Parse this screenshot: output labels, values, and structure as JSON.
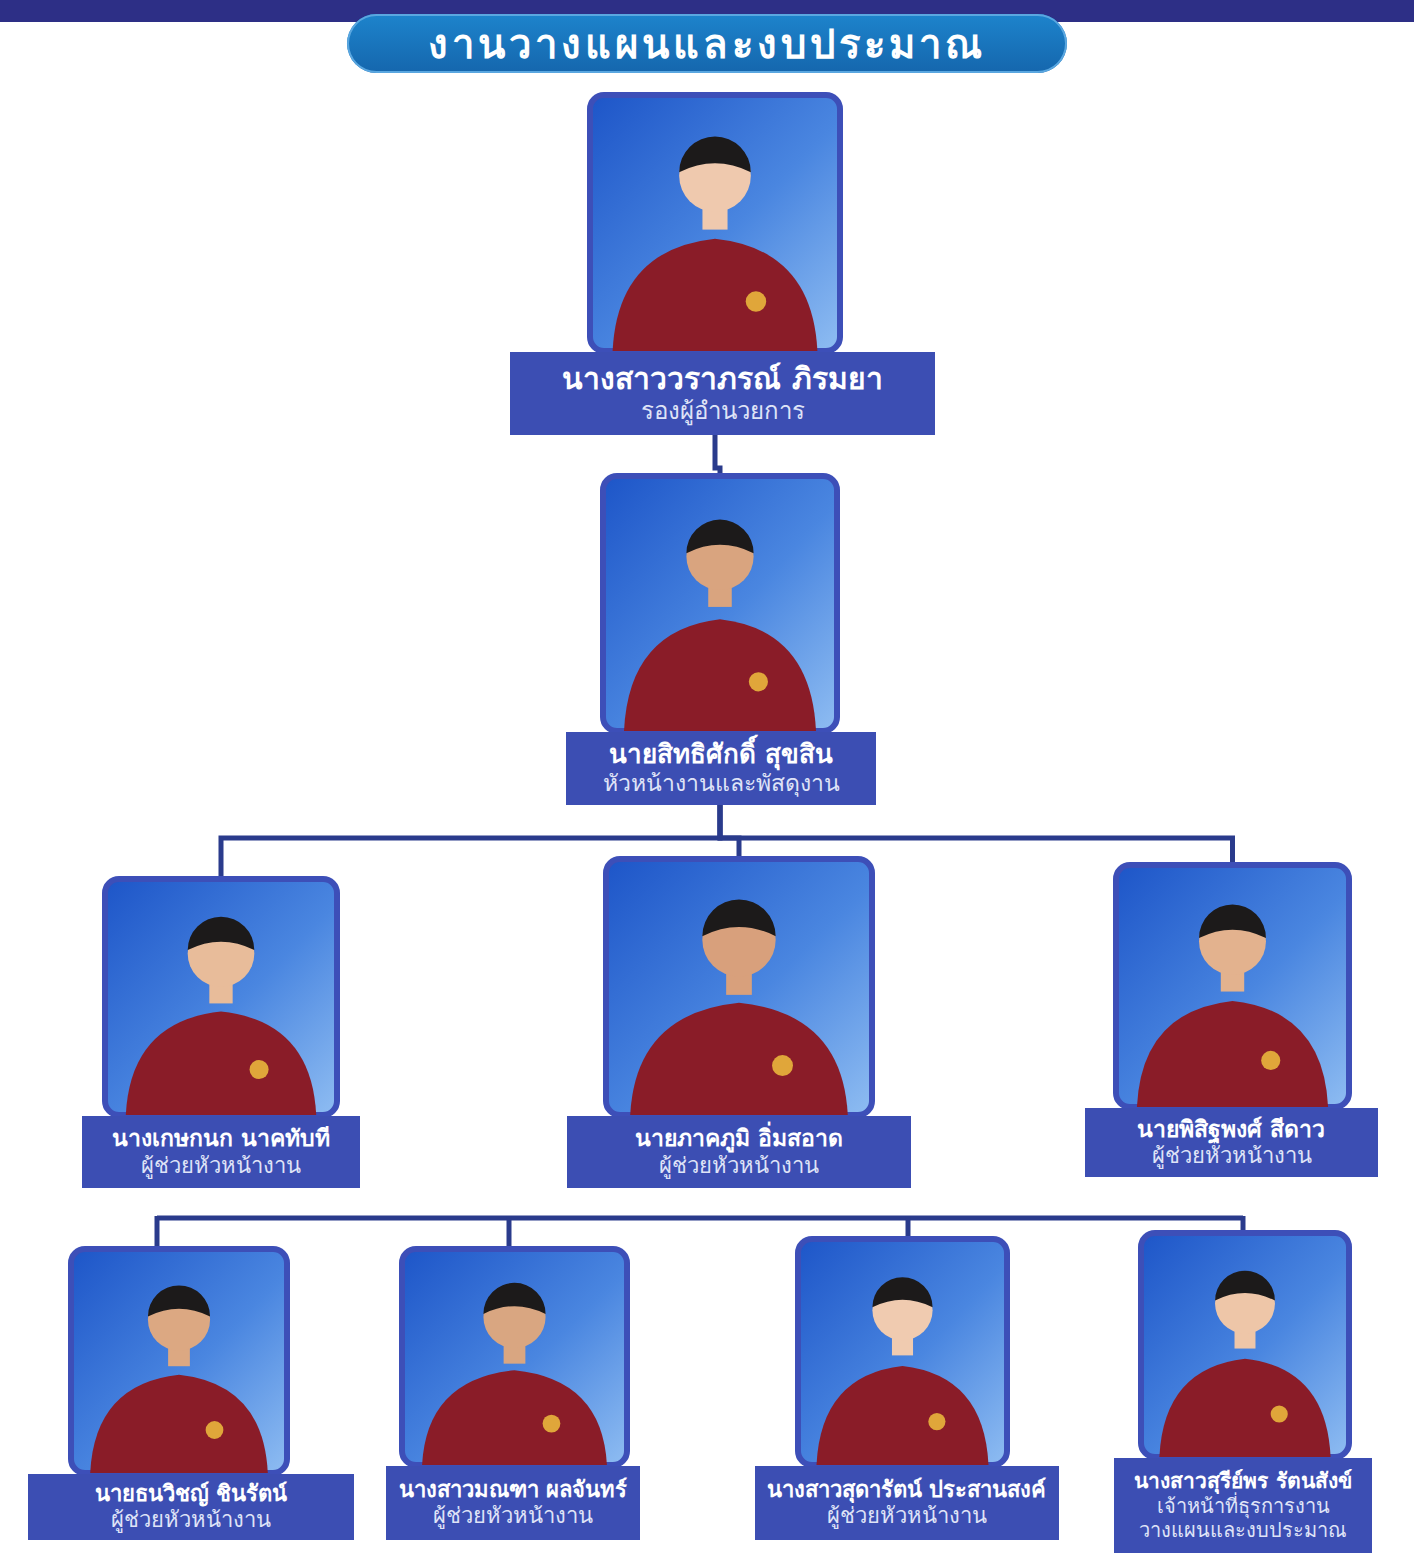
{
  "diagram": {
    "title": "งานวางแผนและงบประมาณ",
    "nodes": [
      {
        "text": [
          "นางสาววราภรณ์ ภิรมยา",
          "รองผู้อำนวยการ"
        ]
      },
      {
        "text": [
          "นายสิทธิศักดิ์ สุขสิน",
          "หัวหน้างานและพัสดุงาน"
        ]
      },
      {
        "text": [
          "นางเกษกนก นาคทับที",
          "ผู้ช่วยหัวหน้างาน"
        ]
      },
      {
        "text": [
          "นายภาคภูมิ อิ่มสอาด",
          "ผู้ช่วยหัวหน้างาน"
        ]
      },
      {
        "text": [
          "นายพิสิฐพงศ์ สีดาว",
          "ผู้ช่วยหัวหน้างาน"
        ]
      },
      {
        "text": [
          "นายธนวิชญ์ ชินรัตน์",
          "ผู้ช่วยหัวหน้างาน"
        ]
      },
      {
        "text": [
          "นางสาวมณฑา ผลจันทร์",
          "ผู้ช่วยหัวหน้างาน"
        ]
      },
      {
        "text": [
          "นางสาวสุดารัตน์ ประสานสงค์",
          "ผู้ช่วยหัวหน้างาน"
        ]
      },
      {
        "text": [
          "นางสาวสุรีย์พร รัตนสังข์",
          "เจ้าหน้าที่ธุรการงาน วางแผนและงบประมาณ"
        ]
      }
    ],
    "edges": [
      {
        "from": 0,
        "to": 1,
        "arrow": "none"
      },
      {
        "from": 1,
        "to": 2,
        "arrow": "none"
      },
      {
        "from": 1,
        "to": 3,
        "arrow": "none"
      },
      {
        "from": 1,
        "to": 4,
        "arrow": "none"
      }
    ]
  }
}
